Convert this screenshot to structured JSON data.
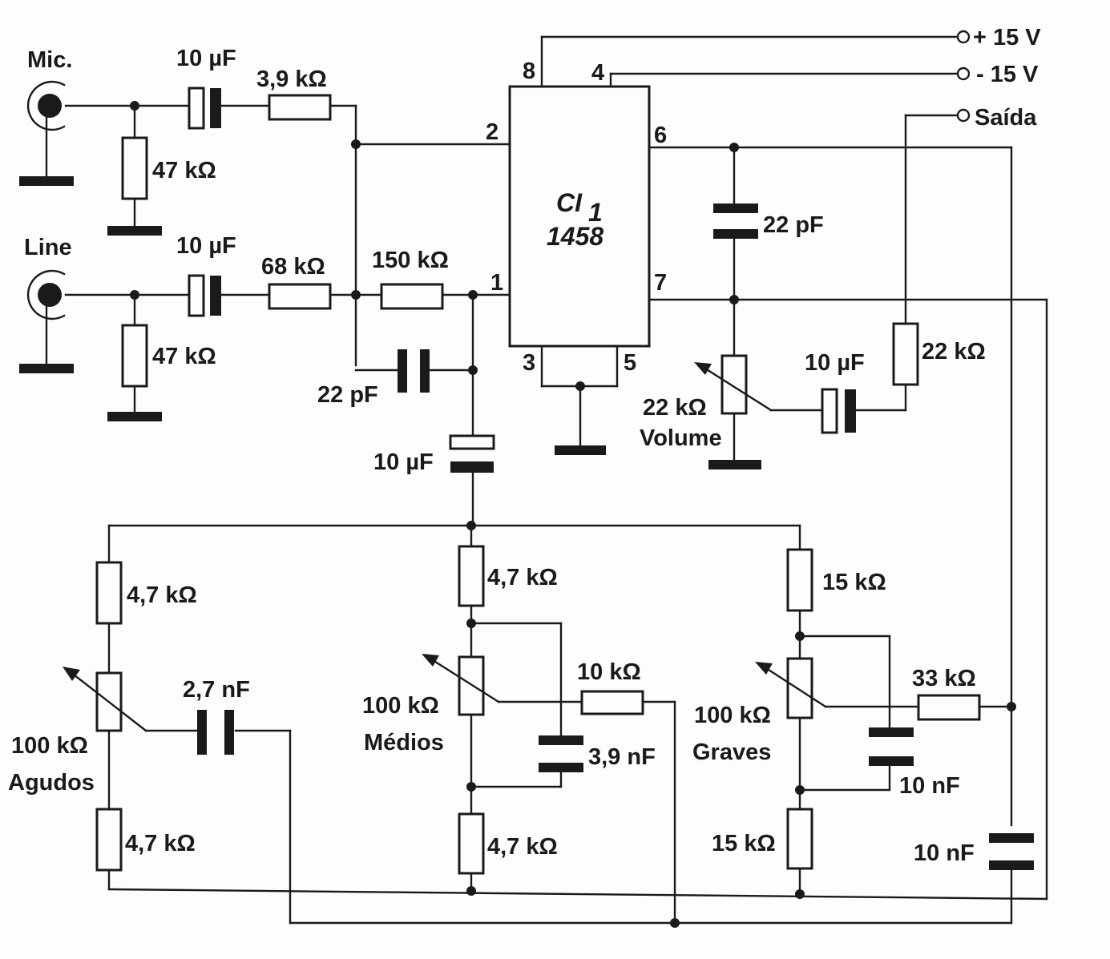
{
  "inputs": {
    "mic": "Mic.",
    "line": "Line"
  },
  "supply": {
    "positive": "+ 15 V",
    "negative": "- 15 V",
    "output": "Saída"
  },
  "ic": {
    "designator": "CI",
    "subscript": "1",
    "part": "1458",
    "pins": {
      "p1": "1",
      "p2": "2",
      "p3": "3",
      "p4": "4",
      "p5": "5",
      "p6": "6",
      "p7": "7",
      "p8": "8"
    }
  },
  "components": {
    "c_mic": "10 µF",
    "r_mic_in": "3,9 kΩ",
    "r_mic_bias": "47 kΩ",
    "c_line": "10 µF",
    "r_line_in": "68 kΩ",
    "r_line_bias": "47 kΩ",
    "r_feedback": "150 kΩ",
    "c_feedback": "22 pF",
    "c_coupling": "10 µF",
    "c_comp": "22 pF",
    "pot_volume": "22 kΩ",
    "pot_volume_name": "Volume",
    "c_volume": "10 µF",
    "r_out": "22 kΩ",
    "treble_r_top": "4,7 kΩ",
    "treble_pot": "100 kΩ",
    "treble_name": "Agudos",
    "treble_r_bottom": "4,7 kΩ",
    "treble_cap": "2,7 nF",
    "mid_r_top": "4,7 kΩ",
    "mid_pot": "100 kΩ",
    "mid_name": "Médios",
    "mid_r_bottom": "4,7 kΩ",
    "mid_r_series": "10 kΩ",
    "mid_cap": "3,9 nF",
    "bass_r_top": "15 kΩ",
    "bass_pot": "100 kΩ",
    "bass_name": "Graves",
    "bass_r_bottom": "15 kΩ",
    "bass_r_series": "33 kΩ",
    "bass_cap": "10 nF",
    "c_out_filter": "10 nF"
  }
}
